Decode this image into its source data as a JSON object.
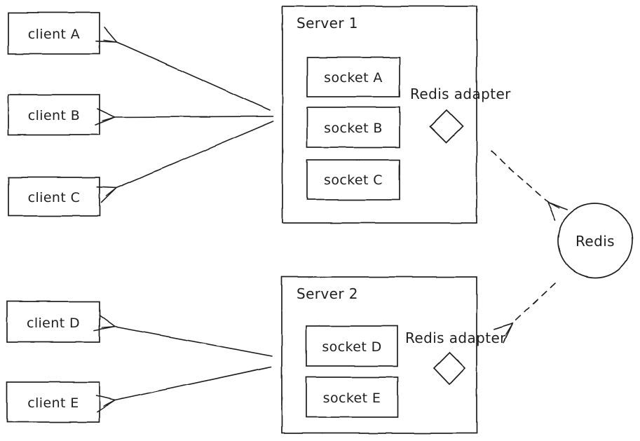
{
  "colors": {
    "stroke": "#1e1e1e",
    "background": "#ffffff"
  },
  "clients": [
    {
      "label": "client A"
    },
    {
      "label": "client B"
    },
    {
      "label": "client C"
    },
    {
      "label": "client D"
    },
    {
      "label": "client E"
    }
  ],
  "servers": [
    {
      "title": "Server 1",
      "adapter_label": "Redis adapter",
      "sockets": [
        {
          "label": "socket A"
        },
        {
          "label": "socket B"
        },
        {
          "label": "socket C"
        }
      ]
    },
    {
      "title": "Server 2",
      "adapter_label": "Redis adapter",
      "sockets": [
        {
          "label": "socket D"
        },
        {
          "label": "socket E"
        }
      ]
    }
  ],
  "redis": {
    "label": "Redis"
  }
}
